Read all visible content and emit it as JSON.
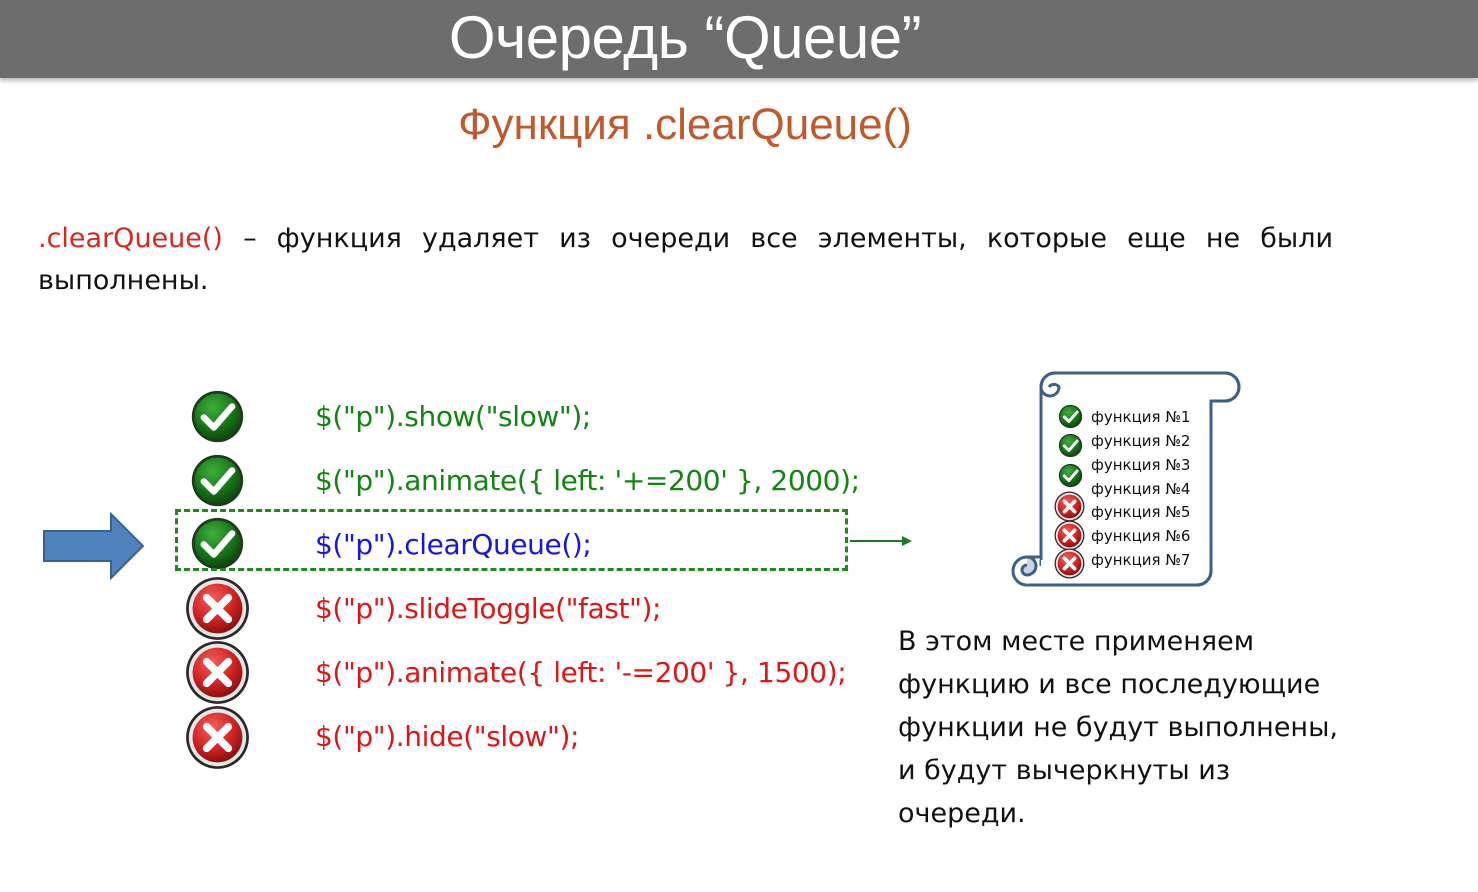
{
  "header": {
    "title": "Очередь “Queue”"
  },
  "subtitle": "Функция .clearQueue()",
  "description": {
    "function_name": ".clearQueue()",
    "text": " – функция удаляет из очереди все элементы, которые еще не были выполнены."
  },
  "code_lines": [
    {
      "text": "$(\"p\").show(\"slow\");",
      "status": "done"
    },
    {
      "text": "$(\"p\").animate({ left: '+=200' }, 2000);",
      "status": "done"
    },
    {
      "text": "$(\"p\").clearQueue();",
      "status": "done"
    },
    {
      "text": "$(\"p\").slideToggle(\"fast\");",
      "status": "cancelled"
    },
    {
      "text": "$(\"p\").animate({ left: '-=200' }, 1500);",
      "status": "cancelled"
    },
    {
      "text": "$(\"p\").hide(\"slow\");",
      "status": "cancelled"
    }
  ],
  "queue_scroll": {
    "items": [
      {
        "label": "функция №1",
        "status": "done"
      },
      {
        "label": "функция №2",
        "status": "done"
      },
      {
        "label": "функция №3",
        "status": "done"
      },
      {
        "label": "функция №4",
        "status": "done"
      },
      {
        "label": "функция №5",
        "status": "cancelled"
      },
      {
        "label": "функция №6",
        "status": "cancelled"
      },
      {
        "label": "функция №7",
        "status": "cancelled"
      }
    ]
  },
  "note": {
    "line1": "В этом месте применяем",
    "line2": "функцию и все последующие",
    "line3": "функции не будут выполнены,",
    "line4": "и будут вычеркнуты из",
    "line5": "очереди."
  },
  "colors": {
    "title_bar": "#6d6d6d",
    "subtitle": "#c0592b",
    "function_name": "#d8261c",
    "code_done": "#108510",
    "code_current": "#1515e8",
    "code_cancelled": "#e01515",
    "arrow": "#4a7ebb",
    "dashed_box": "#1e8a1e"
  },
  "icons": {
    "done": "green-check-icon",
    "cancelled": "red-x-icon",
    "pointer": "right-arrow-icon",
    "scroll": "scroll-icon"
  }
}
